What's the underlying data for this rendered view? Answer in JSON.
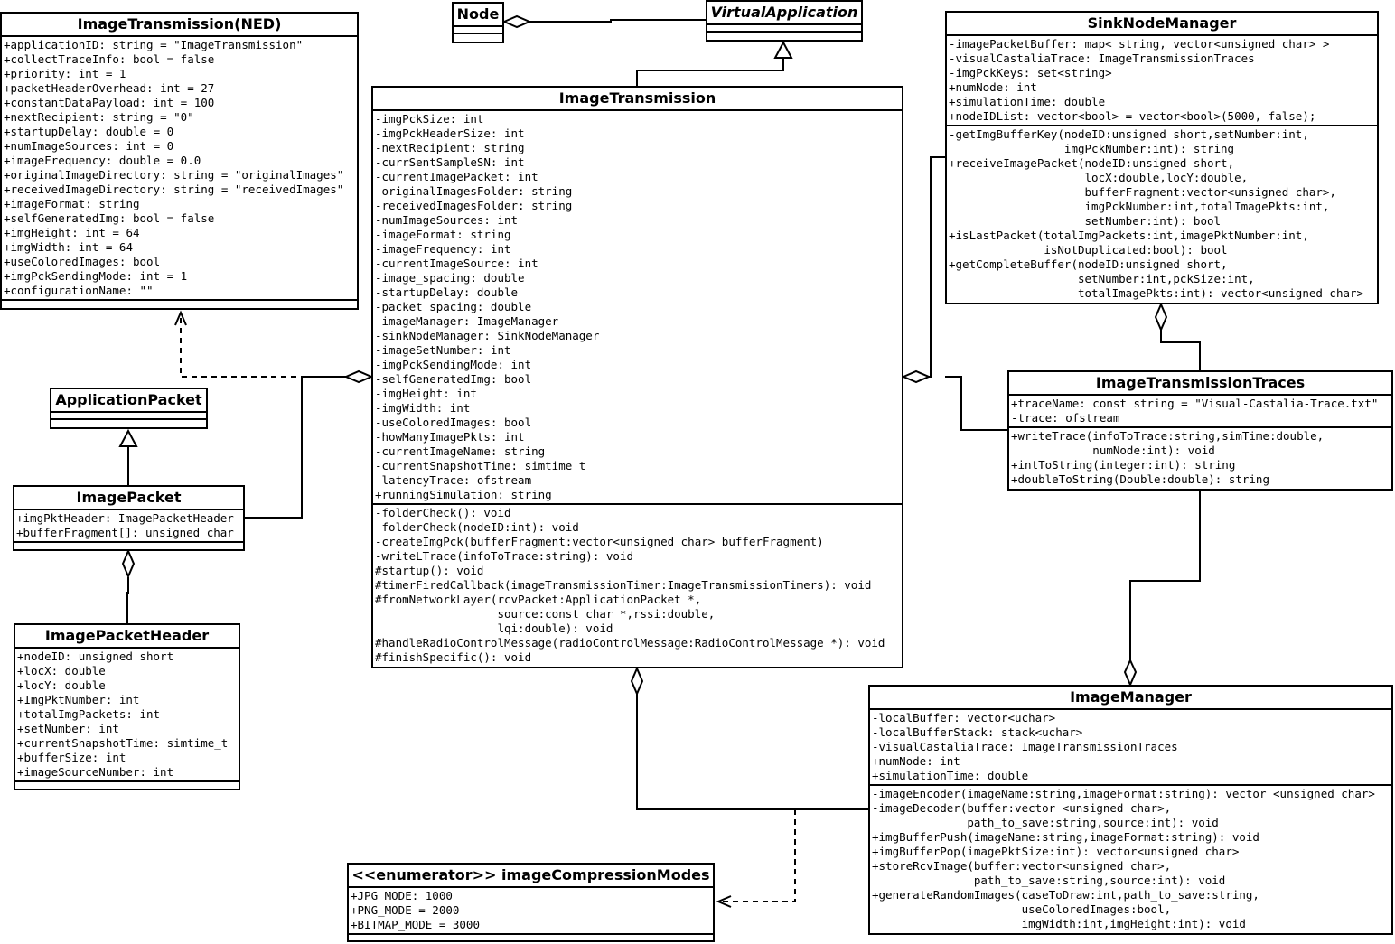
{
  "colors": {
    "stroke": "#000000",
    "background": "#ffffff"
  },
  "classes": {
    "ned": {
      "name": "ImageTransmission(NED)",
      "attributes": [
        "+applicationID: string = \"ImageTransmission\"",
        "+collectTraceInfo: bool = false",
        "+priority: int = 1",
        "+packetHeaderOverhead: int = 27",
        "+constantDataPayload: int = 100",
        "+nextRecipient: string = \"0\"",
        "+startupDelay: double = 0",
        "+numImageSources: int = 0",
        "+imageFrequency: double = 0.0",
        "+originalImageDirectory: string = \"originalImages\"",
        "+receivedImageDirectory: string = \"receivedImages\"",
        "+imageFormat: string",
        "+selfGeneratedImg: bool = false",
        "+imgHeight: int = 64",
        "+imgWidth: int = 64",
        "+useColoredImages: bool",
        "+imgPckSendingMode: int = 1",
        "+configurationName: \"\""
      ],
      "operations": []
    },
    "node": {
      "name": "Node",
      "attributes": [],
      "operations": []
    },
    "virtual_app": {
      "name": "VirtualApplication",
      "attributes": [],
      "operations": []
    },
    "app_packet": {
      "name": "ApplicationPacket",
      "attributes": [],
      "operations": []
    },
    "image_packet": {
      "name": "ImagePacket",
      "attributes": [
        "+imgPktHeader: ImagePacketHeader",
        "+bufferFragment[]: unsigned char"
      ],
      "operations": []
    },
    "packet_header": {
      "name": "ImagePacketHeader",
      "attributes": [
        "+nodeID: unsigned short",
        "+locX: double",
        "+locY: double",
        "+ImgPktNumber: int",
        "+totalImgPackets: int",
        "+setNumber: int",
        "+currentSnapshotTime: simtime_t",
        "+bufferSize: int",
        "+imageSourceNumber: int"
      ],
      "operations": []
    },
    "image_transmission": {
      "name": "ImageTransmission",
      "attributes": [
        "-imgPckSize: int",
        "-imgPckHeaderSize: int",
        "-nextRecipient: string",
        "-currSentSampleSN: int",
        "-currentImagePacket: int",
        "-originalImagesFolder: string",
        "-receivedImagesFolder: string",
        "-numImageSources: int",
        "-imageFormat: string",
        "-imageFrequency: int",
        "-currentImageSource: int",
        "-image_spacing: double",
        "-startupDelay: double",
        "-packet_spacing: double",
        "-imageManager: ImageManager",
        "-sinkNodeManager: SinkNodeManager",
        "-imageSetNumber: int",
        "-imgPckSendingMode: int",
        "-selfGeneratedImg: bool",
        "-imgHeight: int",
        "-imgWidth: int",
        "-useColoredImages: bool",
        "-howManyImagePkts: int",
        "-currentImageName: string",
        "-currentSnapshotTime: simtime_t",
        "-latencyTrace: ofstream",
        "+runningSimulation: string"
      ],
      "operations": [
        "-folderCheck(): void",
        "-folderCheck(nodeID:int): void",
        "-createImgPck(bufferFragment:vector<unsigned char> bufferFragment)",
        "-writeLTrace(infoToTrace:string): void",
        "#startup(): void",
        "#timerFiredCallback(imageTransmissionTimer:ImageTransmissionTimers): void",
        "#fromNetworkLayer(rcvPacket:ApplicationPacket *,",
        "                  source:const char *,rssi:double,",
        "                  lqi:double): void",
        "#handleRadioControlMessage(radioControlMessage:RadioControlMessage *): void",
        "#finishSpecific(): void"
      ]
    },
    "sink_manager": {
      "name": "SinkNodeManager",
      "attributes": [
        "-imagePacketBuffer: map< string, vector<unsigned char> >",
        "-visualCastaliaTrace: ImageTransmissionTraces",
        "-imgPckKeys: set<string>",
        "+numNode: int",
        "+simulationTime: double",
        "+nodeIDList: vector<bool> = vector<bool>(5000, false);"
      ],
      "operations": [
        "-getImgBufferKey(nodeID:unsigned short,setNumber:int,",
        "                 imgPckNumber:int): string",
        "+receiveImagePacket(nodeID:unsigned short,",
        "                    locX:double,locY:double,",
        "                    bufferFragment:vector<unsigned char>,",
        "                    imgPckNumber:int,totalImagePkts:int,",
        "                    setNumber:int): bool",
        "+isLastPacket(totalImgPackets:int,imagePktNumber:int,",
        "              isNotDuplicated:bool): bool",
        "+getCompleteBuffer(nodeID:unsigned short,",
        "                   setNumber:int,pckSize:int,",
        "                   totalImagePkts:int): vector<unsigned char>"
      ]
    },
    "traces": {
      "name": "ImageTransmissionTraces",
      "attributes": [
        "+traceName: const string = \"Visual-Castalia-Trace.txt\"",
        "-trace: ofstream"
      ],
      "operations": [
        "+writeTrace(infoToTrace:string,simTime:double,",
        "            numNode:int): void",
        "+intToString(integer:int): string",
        "+doubleToString(Double:double): string"
      ]
    },
    "image_manager": {
      "name": "ImageManager",
      "attributes": [
        "-localBuffer: vector<uchar>",
        "-localBufferStack: stack<uchar>",
        "-visualCastaliaTrace: ImageTransmissionTraces",
        "+numNode: int",
        "+simulationTime: double"
      ],
      "operations": [
        "-imageEncoder(imageName:string,imageFormat:string): vector <unsigned char>",
        "-imageDecoder(buffer:vector <unsigned char>,",
        "              path_to_save:string,source:int): void",
        "+imgBufferPush(imageName:string,imageFormat:string): void",
        "+imgBufferPop(imagePktSize:int): vector<unsigned char>",
        "+storeRcvImage(buffer:vector<unsigned char>,",
        "               path_to_save:string,source:int): void",
        "+generateRandomImages(caseToDraw:int,path_to_save:string,",
        "                      useColoredImages:bool,",
        "                      imgWidth:int,imgHeight:int): void"
      ]
    },
    "compression_modes": {
      "name": "<<enumerator>> imageCompressionModes",
      "attributes": [
        "+JPG_MODE: 1000",
        "+PNG_MODE = 2000",
        "+BITMAP_MODE = 3000"
      ],
      "operations": []
    }
  }
}
